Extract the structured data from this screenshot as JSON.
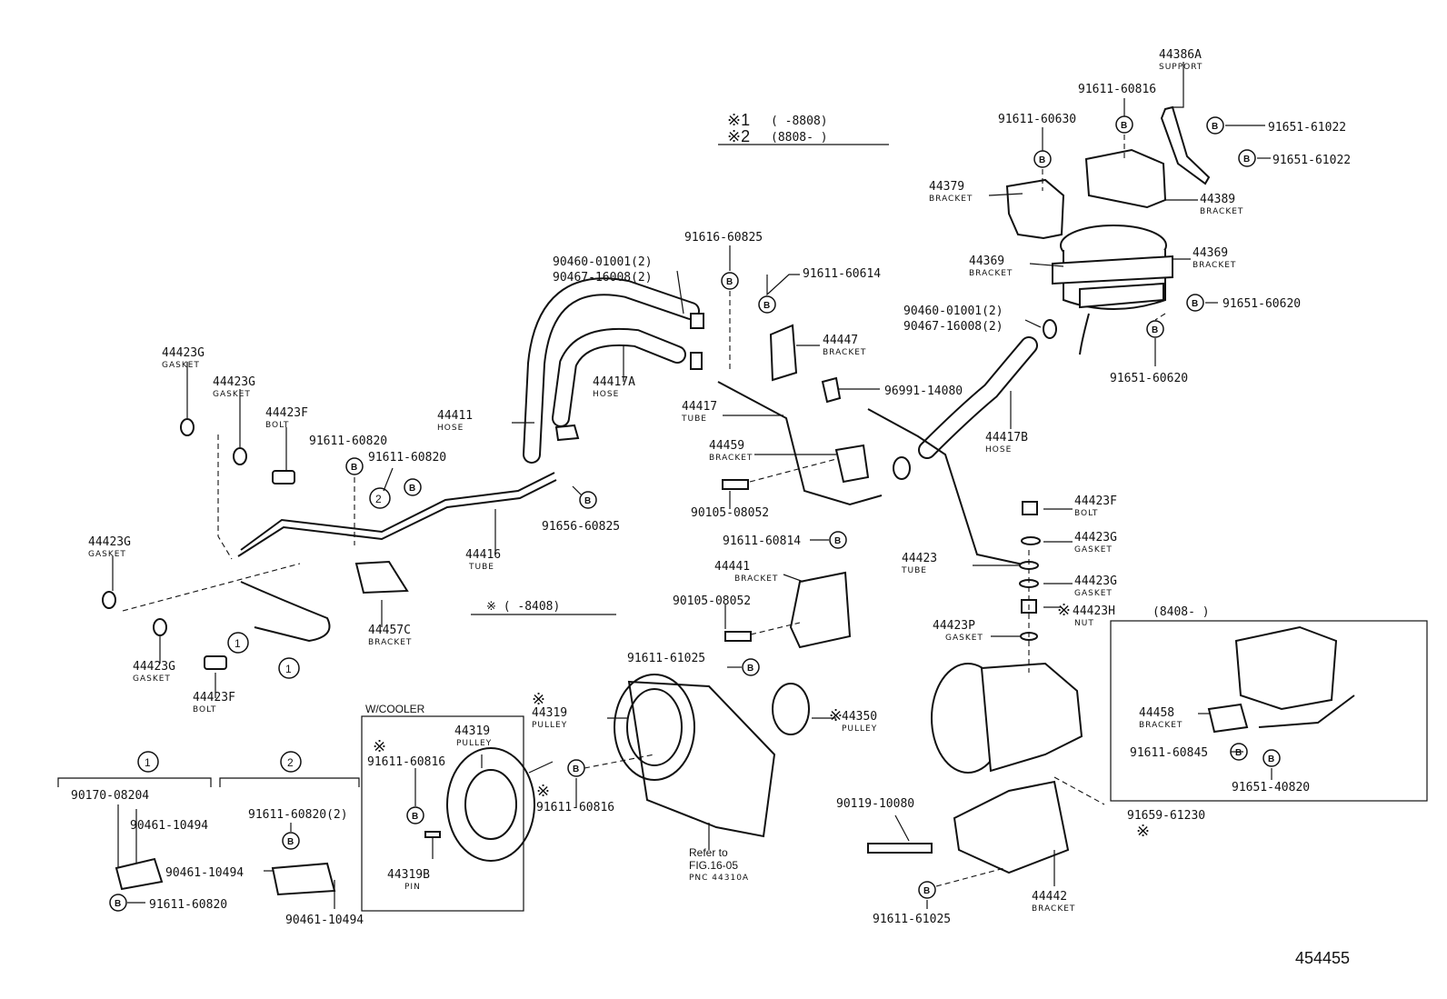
{
  "figure_number": "454455",
  "legend": {
    "item1_mark": "※1",
    "item1_range": "(      -8808)",
    "item2_mark": "※2",
    "item2_range": "(8808-      )",
    "range_8408": "※ (      -8408)",
    "inset_range": "(8408-      )"
  },
  "boxes": {
    "cooler_title": "W/COOLER",
    "group1": "1",
    "group2": "2"
  },
  "labels": {
    "p44386a": "44386A",
    "p44386a_c": "SUPPORT",
    "p91611_60816_top": "91611-60816",
    "p91611_60630": "91611-60630",
    "p91651_61022_a": "91651-61022",
    "p91651_61022_b": "91651-61022",
    "p44379": "44379",
    "p44379_c": "BRACKET",
    "p44389": "44389",
    "p44389_c": "BRACKET",
    "p44369_l": "44369",
    "p44369_l_c": "BRACKET",
    "p44369_r": "44369",
    "p44369_r_c": "BRACKET",
    "p91651_60620_a": "91651-60620",
    "p91651_60620_b": "91651-60620",
    "p90460_r": "90460-01001(2)",
    "p90467_r": "90467-16008(2)",
    "p91616_60825": "91616-60825",
    "p91611_60614": "91611-60614",
    "p90460_l": "90460-01001(2)",
    "p90467_l": "90467-16008(2)",
    "p44447": "44447",
    "p44447_c": "BRACKET",
    "p44417a": "44417A",
    "p44417a_c": "HOSE",
    "p96991": "96991-14080",
    "p44411": "44411",
    "p44411_c": "HOSE",
    "p44417": "44417",
    "p44417_c": "TUBE",
    "p44417b": "44417B",
    "p44417b_c": "HOSE",
    "p44423g_1": "44423G",
    "p44423g_1_c": "GASKET",
    "p44423g_2": "44423G",
    "p44423g_2_c": "GASKET",
    "p44423f_1": "44423F",
    "p44423f_1_c": "BOLT",
    "p91611_60820_a": "91611-60820",
    "p91611_60820_b": "91611-60820",
    "p44459": "44459",
    "p44459_c": "BRACKET",
    "p90105_08052_a": "90105-08052",
    "p91656_60825": "91656-60825",
    "p91611_60814": "91611-60814",
    "p44416": "44416",
    "p44416_c": "TUBE",
    "p44423f_r": "44423F",
    "p44423f_r_c": "BOLT",
    "p44423g_r1": "44423G",
    "p44423g_r1_c": "GASKET",
    "p44423": "44423",
    "p44423_c": "TUBE",
    "p44423g_r2": "44423G",
    "p44423g_r2_c": "GASKET",
    "p44423g_3": "44423G",
    "p44423g_3_c": "GASKET",
    "p44441": "44441",
    "p44441_c": "BRACKET",
    "p90105_08052_b": "90105-08052",
    "p44423h": "44423H",
    "p44423h_c": "NUT",
    "p44423h_m": "※",
    "p44423p": "44423P",
    "p44423p_c": "GASKET",
    "p44457c": "44457C",
    "p44457c_c": "BRACKET",
    "p44423g_4": "44423G",
    "p44423g_4_c": "GASKET",
    "p44423f_2": "44423F",
    "p44423f_2_c": "BOLT",
    "p91611_61025_a": "91611-61025",
    "p44319_main": "44319",
    "p44319_main_c": "PULLEY",
    "p44319_main_m": "※",
    "p44350": "44350",
    "p44350_c": "PULLEY",
    "p44350_m": "※",
    "p44319_box": "44319",
    "p44319_box_c": "PULLEY",
    "p91611_60816_box": "91611-60816",
    "p91611_60816_box_m": "※",
    "p44319b": "44319B",
    "p44319b_c": "PIN",
    "p91611_60816_main": "91611-60816",
    "p91611_60816_main_m": "※",
    "refer1": "Refer to",
    "refer2": "FIG.16-05",
    "refer3": "PNC 44310A",
    "p44458": "44458",
    "p44458_c": "BRACKET",
    "p91611_60845": "91611-60845",
    "p91651_40820": "91651-40820",
    "p90119_10080": "90119-10080",
    "p91659_61230": "91659-61230",
    "p91659_61230_m": "※",
    "p44442": "44442",
    "p44442_c": "BRACKET",
    "p91611_61025_b": "91611-61025",
    "p90170_08204": "90170-08204",
    "p90461_10494_a": "90461-10494",
    "p91611_60820_c": "91611-60820",
    "p91611_60820_2": "91611-60820(2)",
    "p90461_10494_b": "90461-10494",
    "p90461_10494_c": "90461-10494"
  }
}
